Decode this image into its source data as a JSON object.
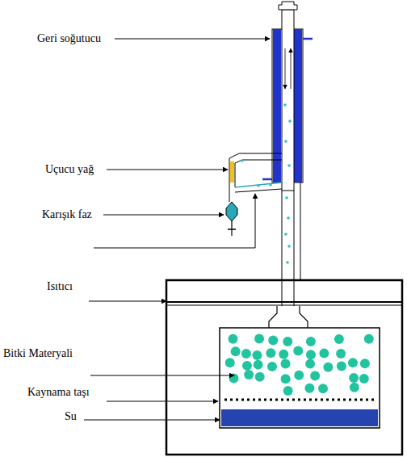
{
  "diagram": {
    "labels": [
      "Geri soğutucu",
      "Uçucu yağ",
      "Karışık faz",
      "Isıtıcı",
      "Bitki Materyali",
      "Kaynama taşı",
      "Su"
    ]
  }
}
